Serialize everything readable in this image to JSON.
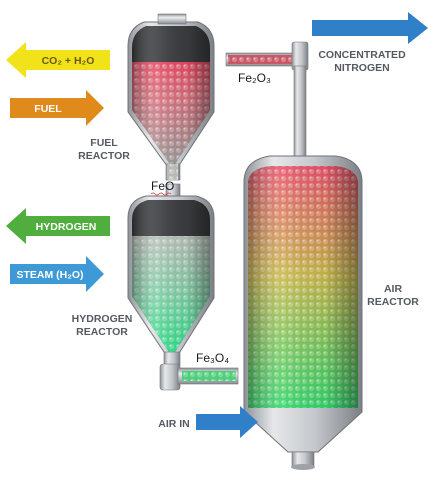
{
  "arrows": {
    "co2_h2o": {
      "text": "CO₂ + H₂O",
      "color": "#f2e21a"
    },
    "fuel": {
      "text": "FUEL",
      "color": "#e08a1c"
    },
    "hydrogen": {
      "text": "HYDROGEN",
      "color": "#4fae3d"
    },
    "steam": {
      "text": "STEAM (H₂O)",
      "color": "#3e9ad6"
    },
    "concentrated_nitrogen": {
      "color": "#2f7fc9"
    },
    "air_in": {
      "color": "#2f7fc9"
    }
  },
  "labels": {
    "concentrated_nitrogen_1": "CONCENTRATED",
    "concentrated_nitrogen_2": "NITROGEN",
    "fuel_reactor_1": "FUEL",
    "fuel_reactor_2": "REACTOR",
    "hydrogen_reactor_1": "HYDROGEN",
    "hydrogen_reactor_2": "REACTOR",
    "air_reactor_1": "AIR",
    "air_reactor_2": "REACTOR",
    "air_in": "AIR IN"
  },
  "chemicals": {
    "fe2o3": "Fe₂O₃",
    "feo": "FeO",
    "fe3o4": "Fe₃O₄"
  },
  "colors": {
    "fuel_particles_top": "#e84a62",
    "fuel_particles_bottom": "#9a9a98",
    "hydrogen_particles_top": "#b8c0b8",
    "hydrogen_particles_bottom": "#2fe08a",
    "air_particles_top": "#e8536b",
    "air_particles_mid": "#c9b84a",
    "air_particles_bottom": "#33d66b",
    "vessel_metal": "#c9ccd0"
  }
}
